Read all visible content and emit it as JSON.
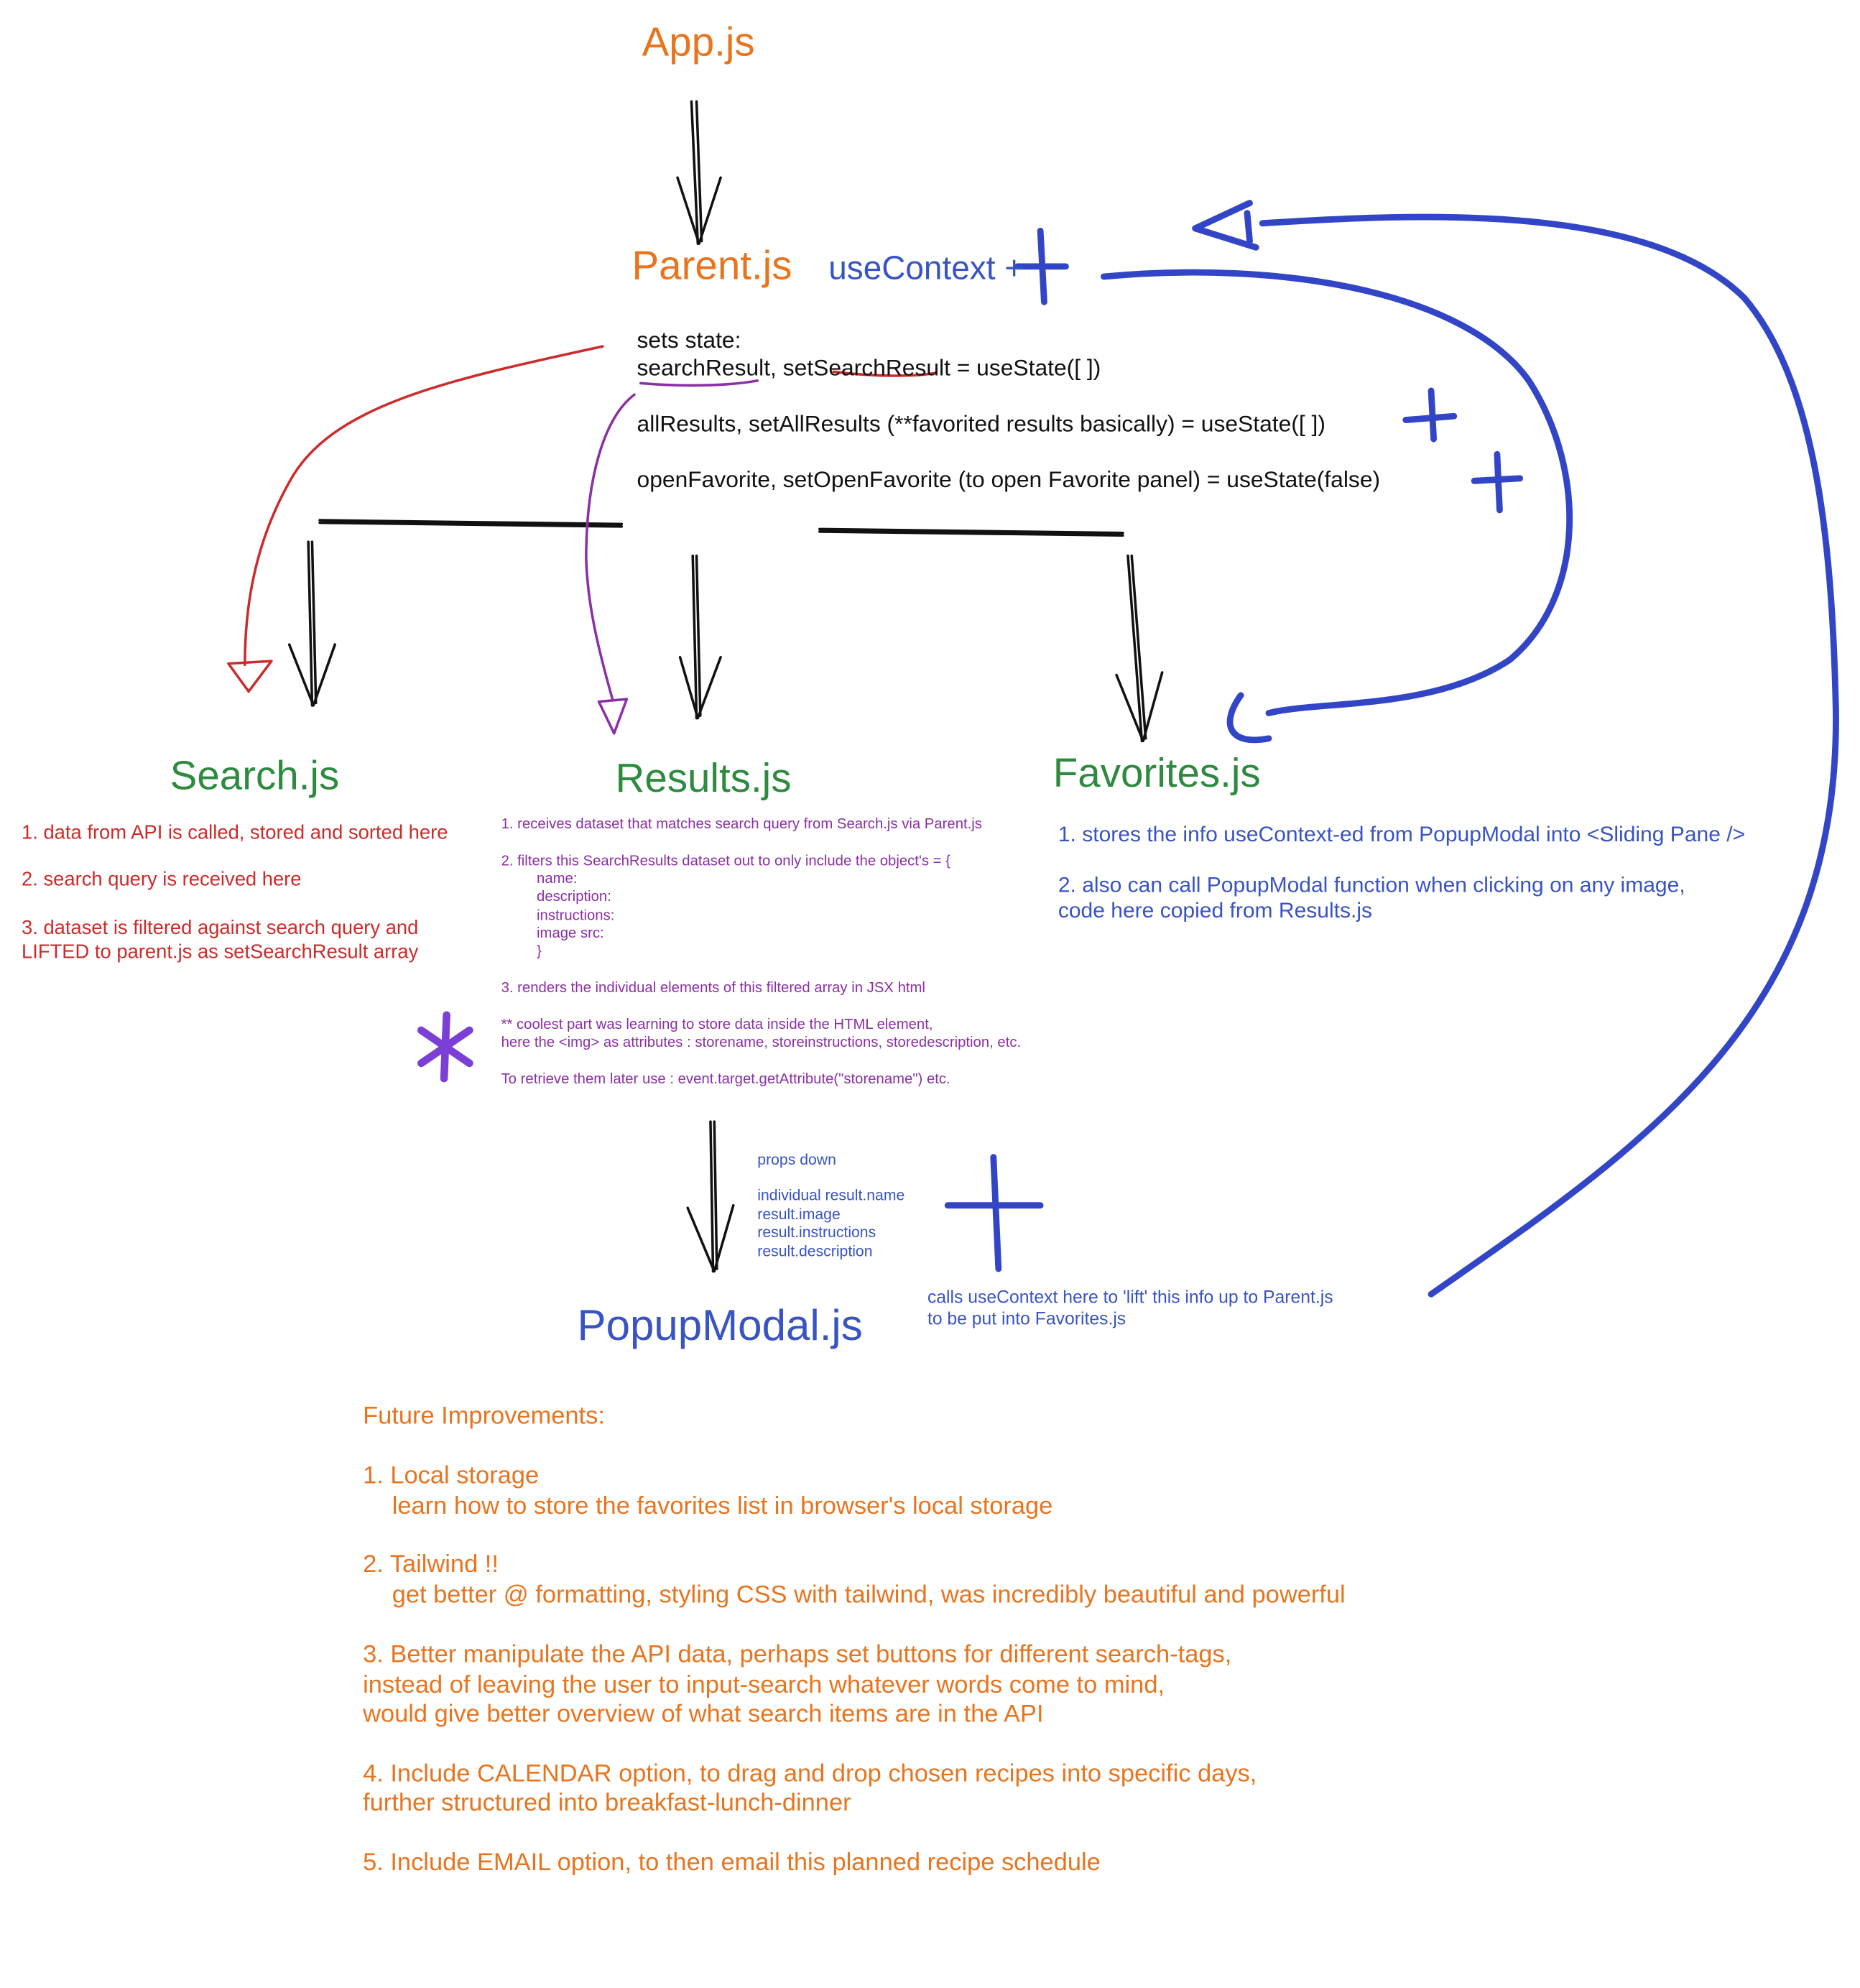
{
  "nodes": {
    "app": "App.js",
    "parent": "Parent.js",
    "use_context": "useContext +",
    "search": "Search.js",
    "results": "Results.js",
    "favorites": "Favorites.js",
    "popup": "PopupModal.js"
  },
  "parent_state": {
    "heading": "sets state:",
    "search_line_1": "searchResult",
    "search_line_2": ", set",
    "search_line_3": "SearchResult",
    "search_line_4": " = useState([ ])",
    "all_results": "allResults, setAllResults (**favorited results basically) = useState([ ])",
    "open_favorite": "openFavorite, setOpenFavorite (to open Favorite panel) = useState(false)"
  },
  "search_notes": {
    "item1": "1. data from API is called, stored and sorted here",
    "item2": "2. search query is received here",
    "item3_line1": "3. dataset is filtered against search query and",
    "item3_line2": "LIFTED to parent.js as setSearchResult array"
  },
  "results_notes": {
    "item1": "1. receives dataset that matches search query from Search.js via Parent.js",
    "item2": "2. filters this SearchResults dataset out to only include the object's = {",
    "field1": "name:",
    "field2": "description:",
    "field3": "instructions:",
    "field4": "image src:",
    "close_brace": "}",
    "item3": "3. renders the individual elements of this filtered array in JSX html",
    "cool_line1": "** coolest part was learning to store data inside the HTML element,",
    "cool_line2": "here the <img> as attributes : storename, storeinstructions, storedescription, etc.",
    "retrieve": "To retrieve them later use : event.target.getAttribute(\"storename\") etc."
  },
  "favorites_notes": {
    "item1": "1. stores the info useContext-ed from PopupModal into <Sliding Pane />",
    "item2_line1": "2. also can call PopupModal function when clicking on any image,",
    "item2_line2": "code here copied from Results.js"
  },
  "props_notes": {
    "heading": "props down",
    "line1": "individual result.name",
    "line2": "result.image",
    "line3": "result.instructions",
    "line4": "result.description"
  },
  "popup_notes": {
    "line1": "calls useContext here to 'lift' this info up to Parent.js",
    "line2": "to be put into Favorites.js"
  },
  "future": {
    "heading": "Future Improvements:",
    "item1_title": "1. Local storage",
    "item1_desc": "learn how to store the favorites list in browser's local storage",
    "item2_title": "2. Tailwind !!",
    "item2_desc": "get better @ formatting, styling CSS with tailwind, was incredibly beautiful and powerful",
    "item3_line1": "3. Better manipulate the API data, perhaps set buttons for different search-tags,",
    "item3_line2": "instead of leaving the user to input-search whatever words come to mind,",
    "item3_line3": "would give better overview of what search items are in the API",
    "item4_line1": "4. Include CALENDAR option, to drag and drop chosen recipes into specific days,",
    "item4_line2": "further structured into breakfast-lunch-dinner",
    "item5": "5. Include EMAIL option, to then email this planned recipe schedule"
  },
  "colors": {
    "orange": "#e8741e",
    "green": "#2d8a3e",
    "blue": "#3853c4",
    "red": "#cc2b2b",
    "purple": "#8b2fa6",
    "ink_black": "#111111"
  }
}
